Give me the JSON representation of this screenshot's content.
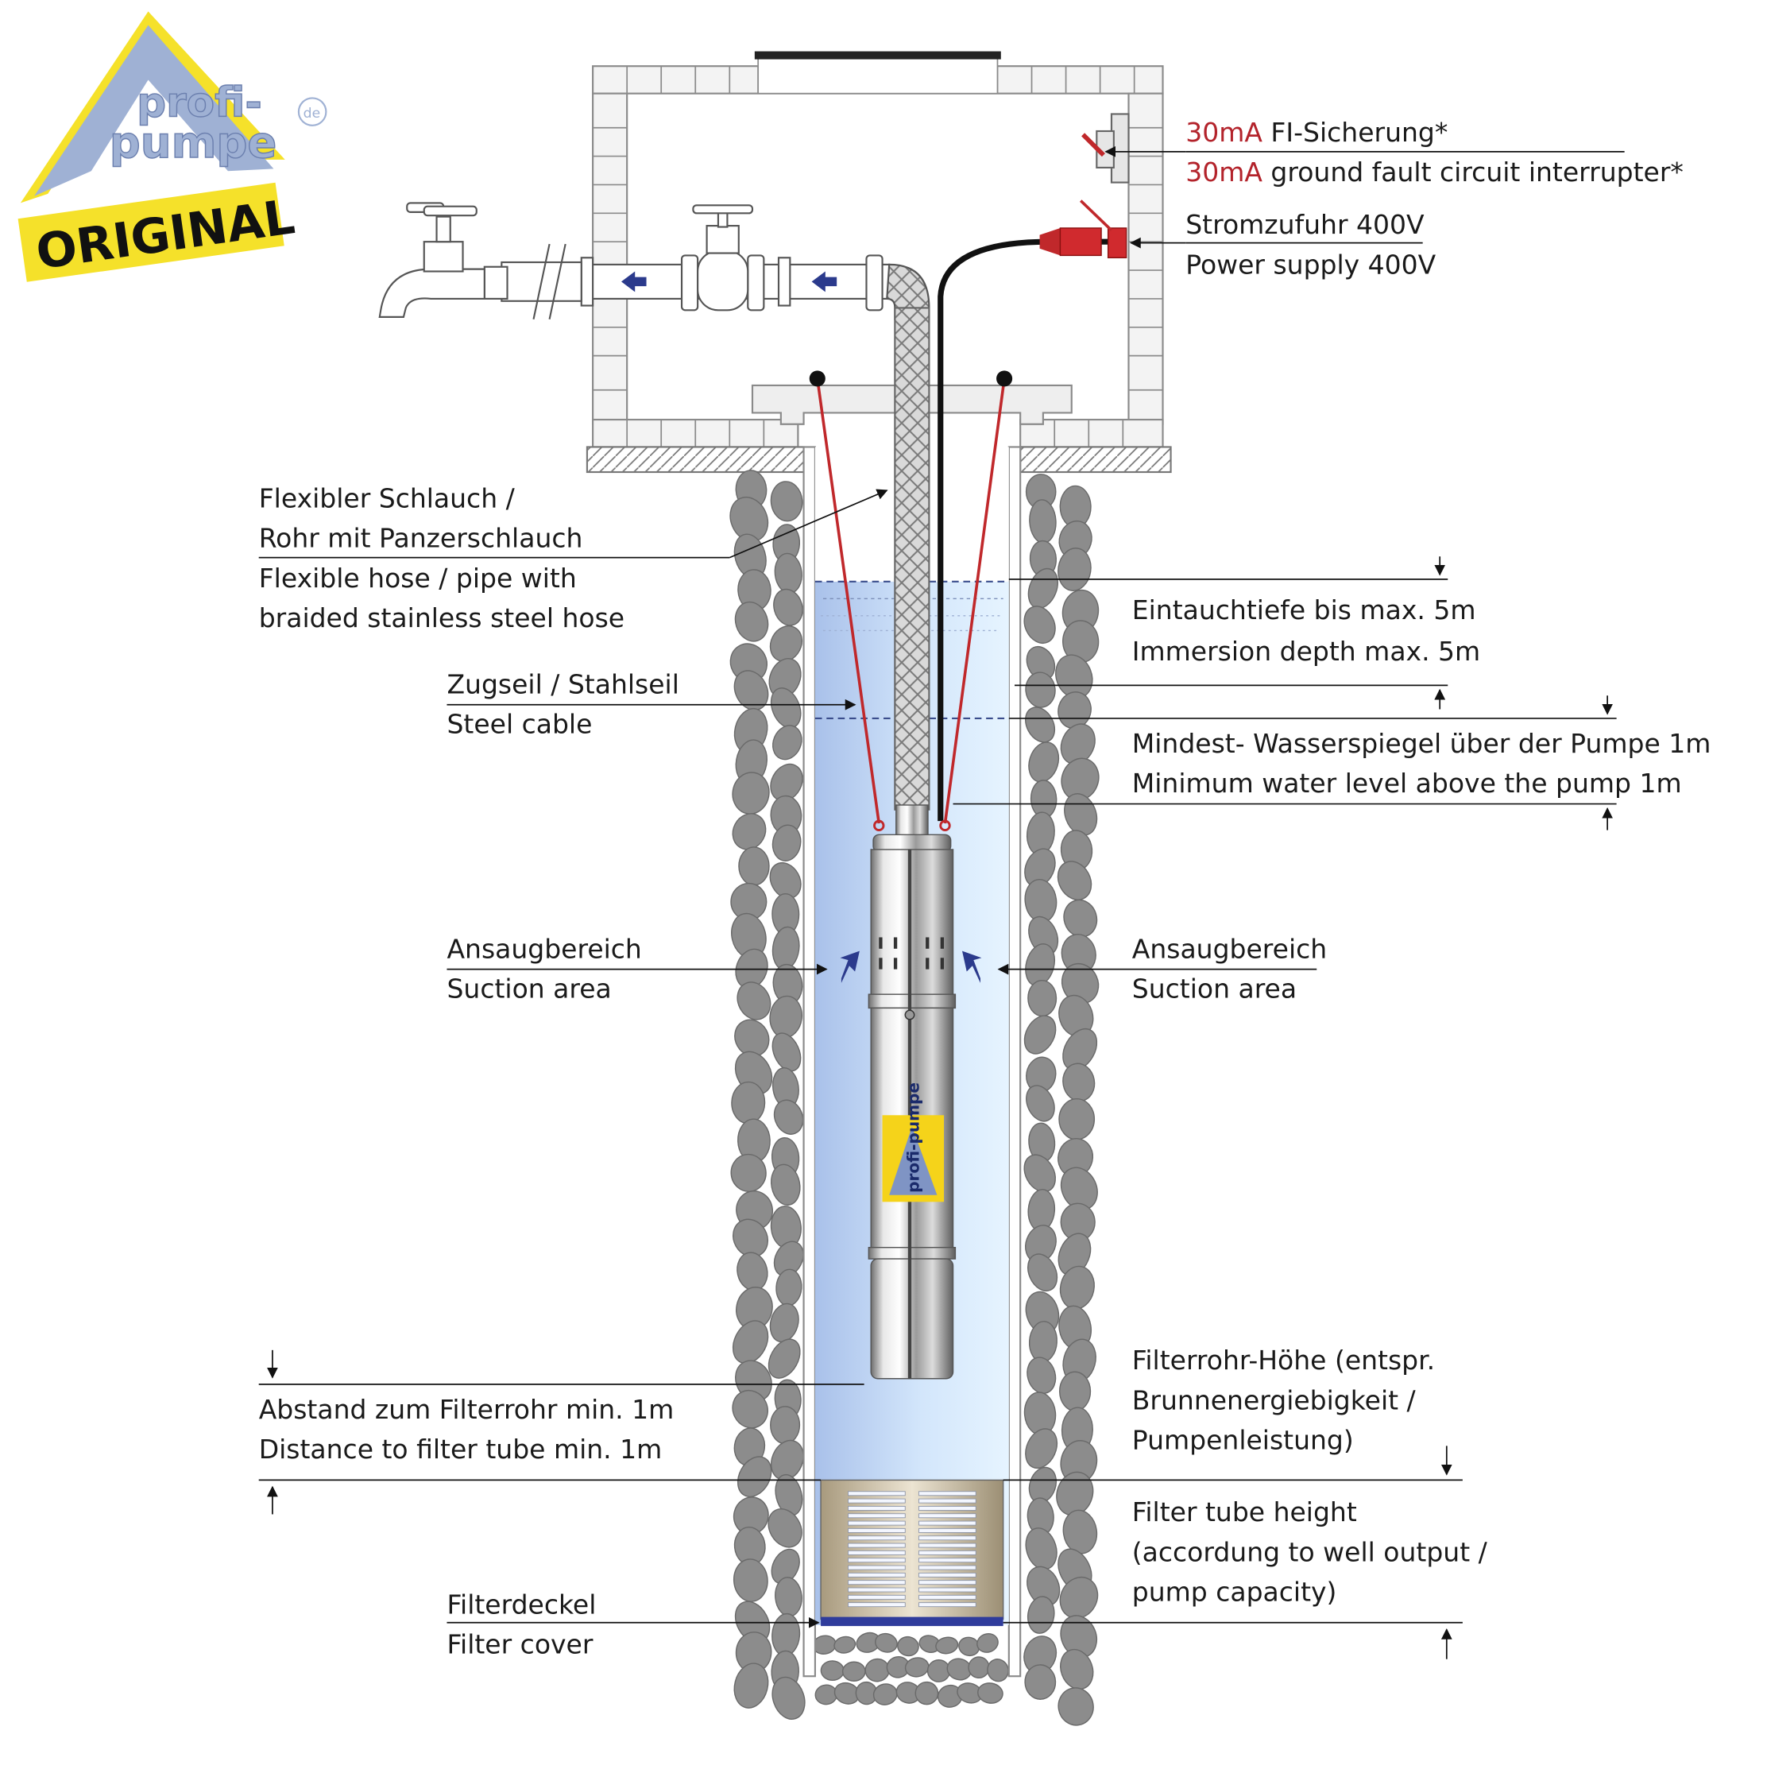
{
  "logo": {
    "brand_line1": "profi-",
    "brand_line2": "pumpe",
    "domain_suffix": "de",
    "badge": "ORIGINAL",
    "colors": {
      "roof": "#9fb1d4",
      "roof_outline": "#f5e12a",
      "badge_bg": "#f5e12a",
      "badge_text": "#111111"
    }
  },
  "labels": {
    "fi_amp_1": "30mA",
    "fi_de": " FI-Sicherung*",
    "fi_amp_2": "30mA",
    "fi_en": " ground fault circuit interrupter*",
    "power_de": "Stromzufuhr 400V",
    "power_en": "Power supply 400V",
    "hose_de_1": "Flexibler Schlauch /",
    "hose_de_2": "Rohr mit Panzerschlauch",
    "hose_en_1": "Flexible hose / pipe with",
    "hose_en_2": "braided stainless steel hose",
    "cable_de": "Zugseil / Stahlseil",
    "cable_en": "Steel cable",
    "immersion_de": "Eintauchtiefe bis max. 5m",
    "immersion_en": "Immersion depth max. 5m",
    "minlevel_de": "Mindest- Wasserspiegel über der Pumpe 1m",
    "minlevel_en": "Minimum water level above the pump 1m",
    "suction_left_de": "Ansaugbereich",
    "suction_left_en": "Suction area",
    "suction_right_de": "Ansaugbereich",
    "suction_right_en": "Suction area",
    "distance_de": "Abstand zum Filterrohr min. 1m",
    "distance_en": "Distance to filter tube min. 1m",
    "filterheight_de_1": "Filterrohr-Höhe (entspr.",
    "filterheight_de_2": "Brunnenergiebigkeit /",
    "filterheight_de_3": "Pumpenleistung)",
    "filterheight_en_1": "Filter tube height",
    "filterheight_en_2": "(accordung to well output /",
    "filterheight_en_3": " pump capacity)",
    "filtercover_de": "Filterdeckel",
    "filtercover_en": "Filter cover",
    "pump_brand": "profi-pumpe"
  },
  "colors": {
    "text": "#1a1a1a",
    "accent_red": "#b3232b",
    "flow_arrow": "#2b3a8c",
    "steel_cable": "#c0282b",
    "water_light": "#dcefff",
    "water_dark": "#a9c1ea",
    "stone": "#8c8c8c",
    "brick": "#f3f3f3"
  },
  "icons": {
    "flow_arrows": "arrow-left-icon",
    "suction_arrows": "arrow-up-diagonal-icon",
    "tap": "tap-icon",
    "valve": "valve-icon",
    "breaker": "circuit-breaker-icon",
    "plug": "cee-plug-icon"
  }
}
